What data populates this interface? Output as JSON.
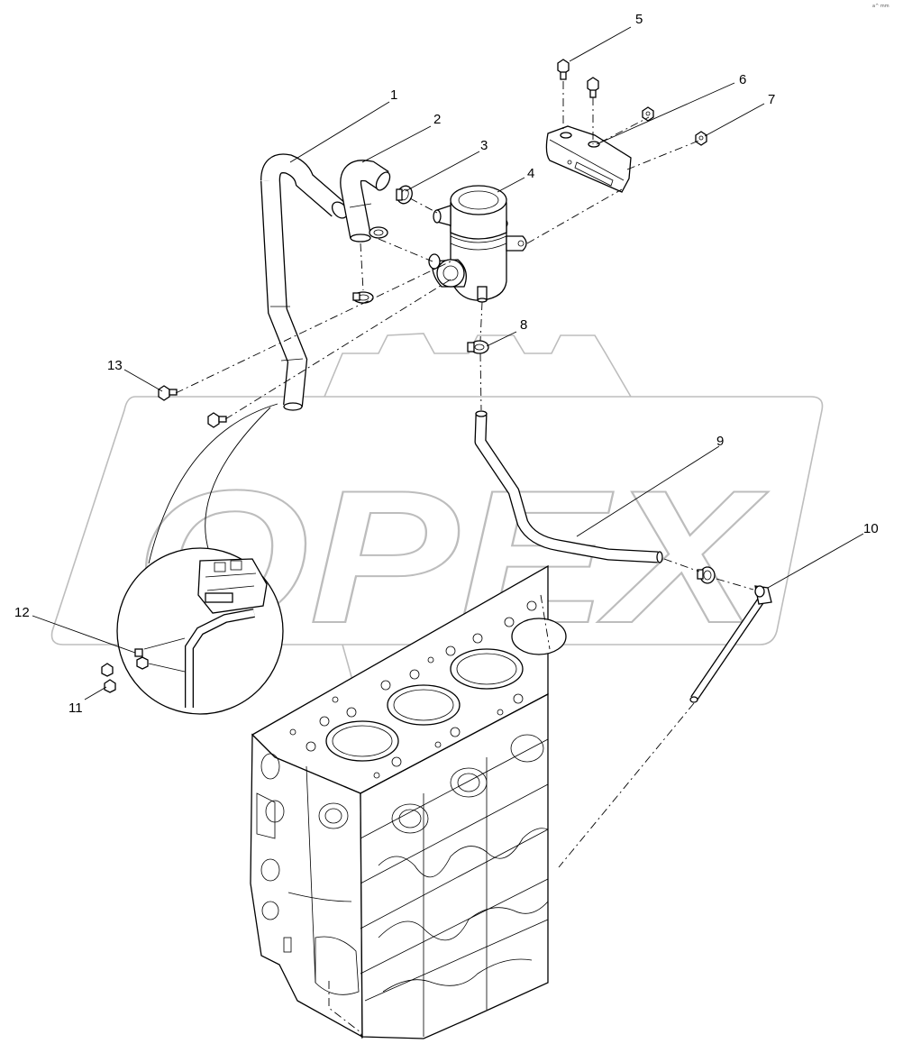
{
  "corner_mark": "a^ mm",
  "watermark": {
    "text": "OPEX",
    "color": "#cfcfcf"
  },
  "colors": {
    "line": "#000000",
    "background": "#ffffff"
  },
  "callouts": [
    {
      "id": "c1",
      "label": "1"
    },
    {
      "id": "c2",
      "label": "2"
    },
    {
      "id": "c3",
      "label": "3"
    },
    {
      "id": "c4",
      "label": "4"
    },
    {
      "id": "c5",
      "label": "5"
    },
    {
      "id": "c6",
      "label": "6"
    },
    {
      "id": "c7",
      "label": "7"
    },
    {
      "id": "c8",
      "label": "8"
    },
    {
      "id": "c9",
      "label": "9"
    },
    {
      "id": "c10",
      "label": "10"
    },
    {
      "id": "c11",
      "label": "11"
    },
    {
      "id": "c12",
      "label": "12"
    },
    {
      "id": "c13",
      "label": "13"
    }
  ]
}
